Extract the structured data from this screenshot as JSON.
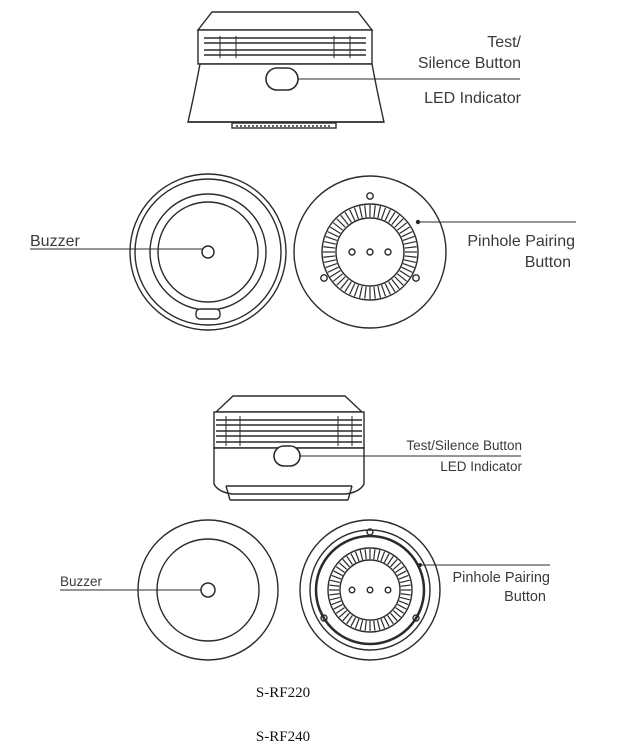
{
  "diagram_1": {
    "labels": {
      "test_silence_line1": "Test/",
      "test_silence_line2": "Silence Button",
      "led": "LED Indicator",
      "buzzer": "Buzzer",
      "pinhole_line1": "Pinhole Pairing",
      "pinhole_line2": "Button"
    }
  },
  "diagram_2": {
    "labels": {
      "test_silence": "Test/Silence Button",
      "led": "LED Indicator",
      "buzzer": "Buzzer",
      "pinhole_line1": "Pinhole Pairing",
      "pinhole_line2": "Button"
    }
  },
  "captions": {
    "model_1": "S-RF220",
    "model_2": "S-RF240"
  },
  "colors": {
    "line": "#2b2b2b",
    "label": "#3a3a3a",
    "caption": "#111111"
  }
}
